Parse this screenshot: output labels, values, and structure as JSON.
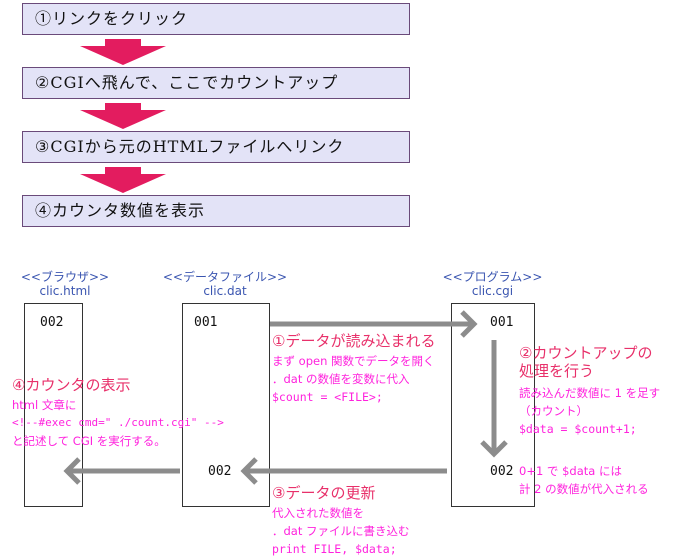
{
  "steps": [
    "①リンクをクリック",
    "②CGIへ飛んで、ここでカウントアップ",
    "③CGIから元のHTMLファイルへリンク",
    "④カウンタ数値を表示"
  ],
  "columns": {
    "browser": {
      "type": "<<ブラウザ>>",
      "file": "clic.html",
      "value": "002"
    },
    "datafile": {
      "type": "<<データファイル>>",
      "file": "clic.dat",
      "value_top": "001",
      "value_bottom": "002"
    },
    "program": {
      "type": "<<プログラム>>",
      "file": "clic.cgi",
      "value_top": "001",
      "value_bottom": "002"
    }
  },
  "notes": {
    "read": {
      "title": "①データが読み込まれる",
      "lines": [
        "まず open 関数でデータを開く",
        "．dat の数値を変数に代入",
        "$count = <FILE>;"
      ]
    },
    "countup": {
      "title": [
        "②カウントアップの",
        "処理を行う"
      ],
      "lines": [
        "読み込んだ数値に 1 を足す",
        "（カウント）",
        "$data = $count+1;"
      ]
    },
    "result": {
      "lines": [
        "0+1 で $data には",
        "計 2 の数値が代入される"
      ]
    },
    "update": {
      "title": "③データの更新",
      "lines": [
        "代入された数値を",
        "．dat ファイルに書き込む",
        "print FILE, $data;"
      ]
    },
    "display": {
      "title": "④カウンタの表示",
      "lines": [
        "html 文章に",
        "<!--#exec cmd=\" ./count.cgi\" -->",
        "と記述して CGI を実行する。"
      ]
    }
  },
  "colors": {
    "step_fill": "#e3e3f7",
    "arrow_pink": "#e31c5f",
    "flow_arrow": "#8c8c8c",
    "heading": "#e8306a",
    "body": "#ff22dd",
    "label": "#3a55b0"
  }
}
